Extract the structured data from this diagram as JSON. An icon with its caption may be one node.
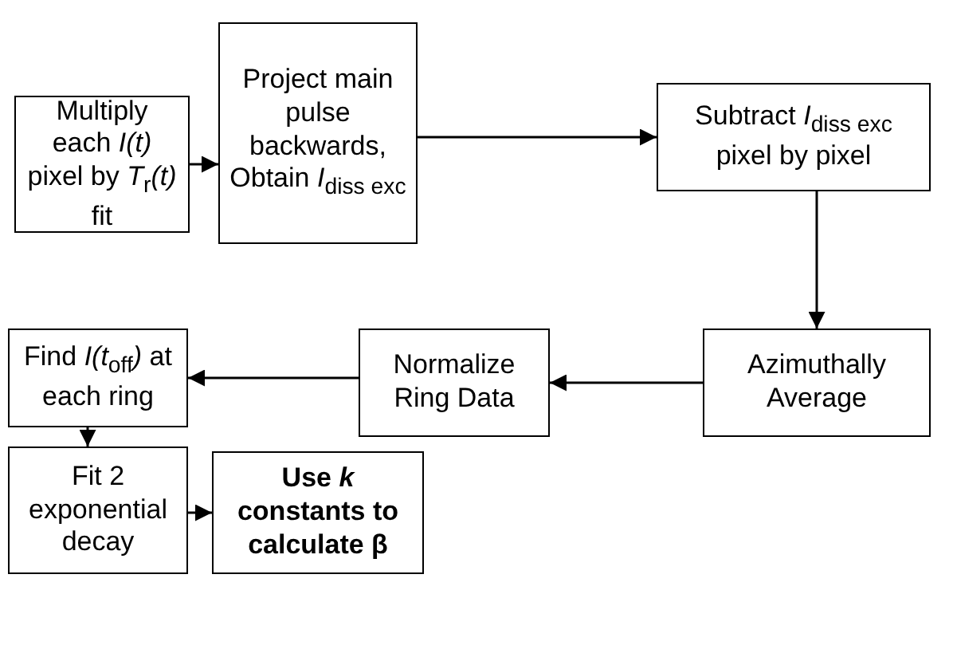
{
  "diagram": {
    "nodes": [
      {
        "text": [
          "Multiply each *I(t)* pixel by *T*$_{r}$*(t)* fit"
        ]
      },
      {
        "text": [
          "Project main pulse backwards, Obtain *I*$_{diss exc}$"
        ]
      },
      {
        "text": [
          "Subtract *I*$_{diss exc}$ pixel by pixel"
        ]
      },
      {
        "text": [
          "Azimuthally Average"
        ]
      },
      {
        "text": [
          "Normalize Ring Data"
        ]
      },
      {
        "text": [
          "Find *I(t*$_{off}$*)* at each ring"
        ]
      },
      {
        "text": [
          "Fit 2 exponential decay"
        ]
      },
      {
        "text": [
          "Use *k* constants to calculate β"
        ]
      }
    ],
    "edges": [
      {
        "from": 0,
        "to": 1,
        "arrow": "to"
      },
      {
        "from": 1,
        "to": 2,
        "arrow": "to"
      },
      {
        "from": 2,
        "to": 3,
        "arrow": "to"
      },
      {
        "from": 3,
        "to": 4,
        "arrow": "to"
      },
      {
        "from": 4,
        "to": 5,
        "arrow": "to"
      },
      {
        "from": 5,
        "to": 6,
        "arrow": "to"
      },
      {
        "from": 6,
        "to": 7,
        "arrow": "to"
      }
    ]
  }
}
